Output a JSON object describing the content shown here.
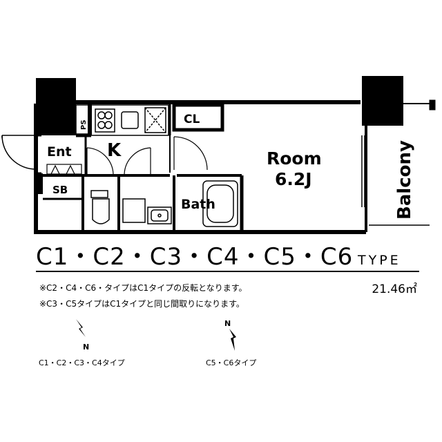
{
  "floor_plan": {
    "rooms": {
      "ent": "Ent",
      "kitchen": "K",
      "sb": "SB",
      "ps": "PS",
      "cl": "CL",
      "bath": "Bath",
      "room_name": "Room",
      "room_size": "6.2J",
      "balcony": "Balcony"
    }
  },
  "type_label": {
    "main": "C1・C2・C3・C4・C5・C6",
    "suffix": "TYPE"
  },
  "area": "21.46㎡",
  "notes": [
    "※C2・C4・C6・タイプはC1タイプの反転となります。",
    "※C3・C5タイプはC1タイプと同じ間取りになります。"
  ],
  "compasses": [
    {
      "north_label": "N",
      "caption": "C1・C2・C3・C4タイプ"
    },
    {
      "north_label": "N",
      "caption": "C5・C6タイプ"
    }
  ]
}
